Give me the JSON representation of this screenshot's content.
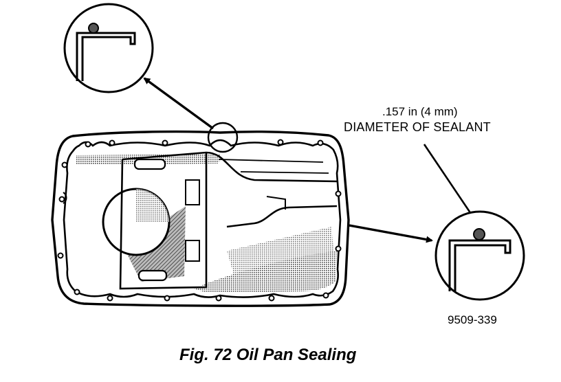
{
  "callout": {
    "size": ".157 in (4 mm)",
    "name": "DIAMETER OF SEALANT"
  },
  "figure_code": "9509-339",
  "caption": "Fig. 72 Oil Pan Sealing",
  "colors": {
    "line": "#000000",
    "paper": "#ffffff",
    "shade": "#8a8a8a",
    "sealant": "#555555"
  }
}
